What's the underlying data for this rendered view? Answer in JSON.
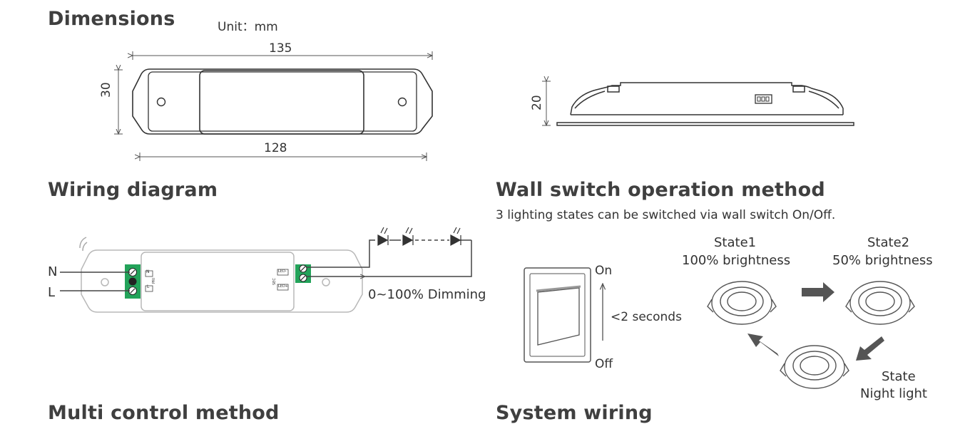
{
  "sections": {
    "dimensions": "Dimensions",
    "wiring": "Wiring diagram",
    "wall_switch": "Wall switch operation method",
    "multi_control": "Multi control method",
    "system_wiring": "System wiring"
  },
  "dimensions": {
    "unit": "Unit：mm",
    "length_outer": "135",
    "length_inner": "128",
    "width": "30",
    "height": "20"
  },
  "wiring": {
    "n_label": "N",
    "l_label": "L",
    "terminal_n": "N",
    "terminal_l": "L",
    "pri": "PRI",
    "sec": "SEC",
    "led_minus": "LED-",
    "led_plus": "LED+",
    "dimming": "0~100% Dimming"
  },
  "wall_switch": {
    "description": "3 lighting states can be switched via wall switch On/Off.",
    "on": "On",
    "off": "Off",
    "timing": "<2 seconds",
    "state1_title": "State1",
    "state1_desc": "100% brightness",
    "state2_title": "State2",
    "state2_desc": "50% brightness",
    "state3_title": "State",
    "state3_desc": "Night light"
  },
  "colors": {
    "terminal_green": "#23a35a",
    "line": "#4a4a4a",
    "arrow": "#555555"
  }
}
